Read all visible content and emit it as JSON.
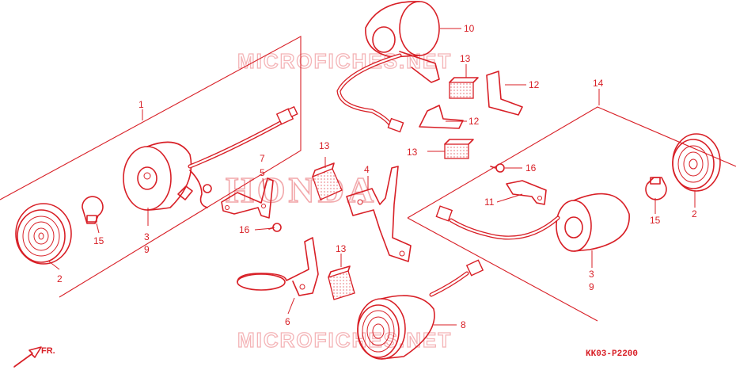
{
  "diagram": {
    "code": "KK03-P2200",
    "direction_label": "FR.",
    "watermark_top": "MICROFICHES.NET",
    "watermark_bottom": "MICROFICHES.NET",
    "brand_watermark": "HONDA",
    "colors": {
      "line": "#d81f26",
      "watermark": "#f4b4b7",
      "background": "#ffffff"
    }
  },
  "callouts": [
    {
      "id": "c1",
      "label": "1"
    },
    {
      "id": "c2l",
      "label": "2"
    },
    {
      "id": "c39l",
      "label": "3\n9"
    },
    {
      "id": "c15l",
      "label": "15"
    },
    {
      "id": "c7",
      "label": "7"
    },
    {
      "id": "c5",
      "label": "5"
    },
    {
      "id": "c16l",
      "label": "16"
    },
    {
      "id": "c13a",
      "label": "13"
    },
    {
      "id": "c4",
      "label": "4"
    },
    {
      "id": "c13b",
      "label": "13"
    },
    {
      "id": "c6",
      "label": "6"
    },
    {
      "id": "c8",
      "label": "8"
    },
    {
      "id": "c10",
      "label": "10"
    },
    {
      "id": "c13c",
      "label": "13"
    },
    {
      "id": "c12a",
      "label": "12"
    },
    {
      "id": "c12b",
      "label": "12"
    },
    {
      "id": "c13d",
      "label": "13"
    },
    {
      "id": "c14",
      "label": "14"
    },
    {
      "id": "c16r",
      "label": "16"
    },
    {
      "id": "c11",
      "label": "11"
    },
    {
      "id": "c39r",
      "label": "3\n9"
    },
    {
      "id": "c15r",
      "label": "15"
    },
    {
      "id": "c2r",
      "label": "2"
    }
  ]
}
